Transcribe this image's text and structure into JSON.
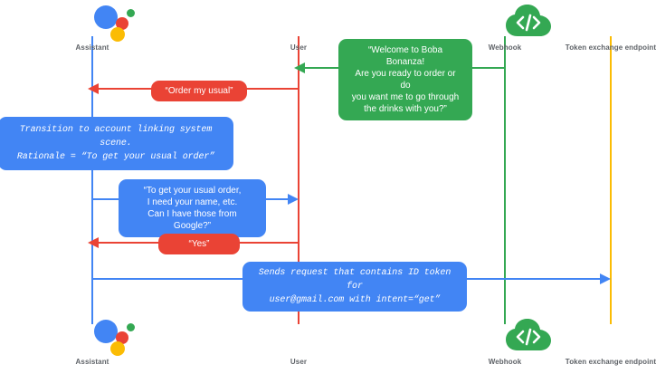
{
  "diagram": {
    "title": "Account linking sequence diagram",
    "colors": {
      "assistant_blue": "#4285F4",
      "user_red": "#EA4335",
      "webhook_green": "#34A853",
      "endpoint_yellow": "#FBBC04",
      "label_gray": "#5f6368",
      "background": "#ffffff"
    }
  },
  "actors": [
    {
      "id": "assistant",
      "label": "Assistant",
      "icon": "google-assistant-icon",
      "color": "#4285F4"
    },
    {
      "id": "user",
      "label": "User",
      "icon": "user-avatar-icon",
      "color": "#EA4335"
    },
    {
      "id": "webhook",
      "label": "Webhook",
      "icon": "cloud-code-icon",
      "color": "#34A853"
    },
    {
      "id": "endpoint",
      "label": "Token exchange endpoint",
      "icon": "download-box-icon",
      "color": "#FBBC04"
    }
  ],
  "messages": [
    {
      "id": "welcome",
      "from": "webhook",
      "to": "user",
      "color": "#34A853",
      "style": "sans",
      "text": "“Welcome to Boba Bonanza! Are you ready to order or do you want me to go through the drinks with you?”",
      "lines": [
        "“Welcome to Boba Bonanza!",
        "Are you ready to order or do",
        "you want me to go through",
        "the drinks with you?”"
      ]
    },
    {
      "id": "order-my-usual",
      "from": "user",
      "to": "assistant",
      "color": "#EA4335",
      "style": "sans",
      "text": "“Order my usual”",
      "lines": [
        "“Order my usual”"
      ]
    },
    {
      "id": "transition-note",
      "from": "assistant",
      "to": "assistant",
      "color": "#4285F4",
      "style": "mono",
      "text": "Transition to account linking system scene. Rationale = “To get your usual order”",
      "lines": [
        "Transition to account linking system scene.",
        "Rationale = “To get your usual order”"
      ]
    },
    {
      "id": "need-your-name",
      "from": "assistant",
      "to": "user",
      "color": "#4285F4",
      "style": "sans",
      "text": "“To get your usual order, I need your name, etc. Can I have those from Google?”",
      "lines": [
        "“To get your usual order,",
        "I need your name, etc.",
        "Can I have those from Google?”"
      ]
    },
    {
      "id": "yes",
      "from": "user",
      "to": "assistant",
      "color": "#EA4335",
      "style": "sans",
      "text": "“Yes”",
      "lines": [
        "“Yes”"
      ]
    },
    {
      "id": "sends-request",
      "from": "assistant",
      "to": "endpoint",
      "color": "#4285F4",
      "style": "mono",
      "text": "Sends request that contains ID token for user@gmail.com with intent=“get”",
      "lines": [
        "Sends request that contains ID token for",
        "user@gmail.com with intent=“get”"
      ]
    }
  ]
}
